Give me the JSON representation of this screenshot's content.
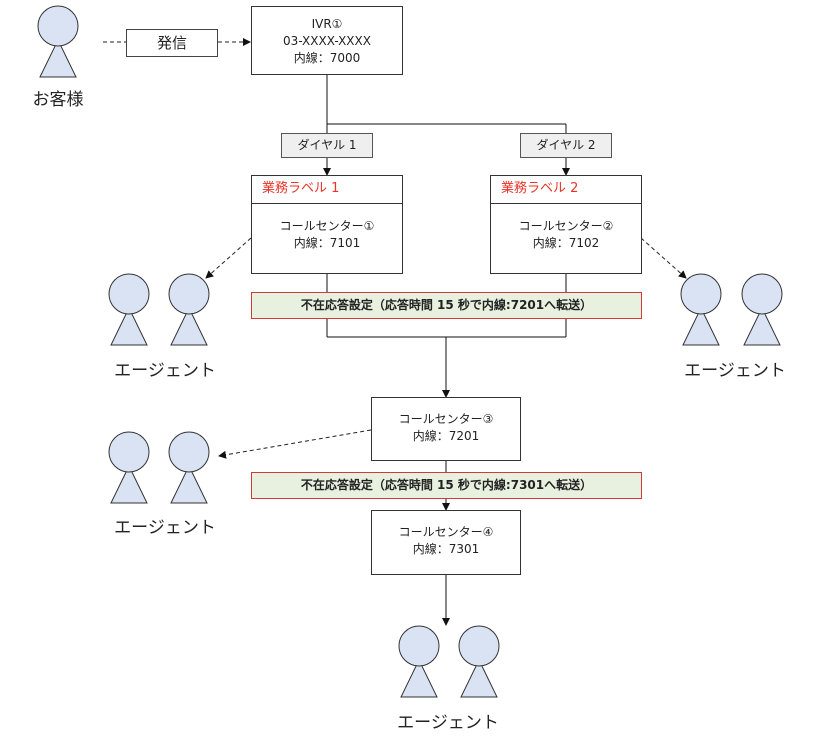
{
  "customer": {
    "label": "お客様"
  },
  "call": {
    "label": "発信"
  },
  "ivr": {
    "title": "IVR①",
    "number": "03-XXXX-XXXX",
    "ext": "内線：7000"
  },
  "dials": [
    {
      "label": "ダイヤル 1"
    },
    {
      "label": "ダイヤル 2"
    }
  ],
  "centers": [
    {
      "business_label": "業務ラベル 1",
      "name": "コールセンター①",
      "ext": "内線：7101"
    },
    {
      "business_label": "業務ラベル 2",
      "name": "コールセンター②",
      "ext": "内線：7102"
    },
    {
      "name": "コールセンター③",
      "ext": "内線：7201"
    },
    {
      "name": "コールセンター④",
      "ext": "内線：7301"
    }
  ],
  "absence_rules": [
    {
      "text": "不在応答設定（応答時間 15 秒で内線:7201へ転送）"
    },
    {
      "text": "不在応答設定（応答時間 15 秒で内線:7301へ転送）"
    }
  ],
  "agent_groups": [
    {
      "label": "エージェント"
    },
    {
      "label": "エージェント"
    },
    {
      "label": "エージェント"
    },
    {
      "label": "エージェント"
    }
  ],
  "colors": {
    "person_fill": "#dae3f3",
    "person_stroke": "#333333",
    "business_label": "#e8342a",
    "banner_fill": "#e8f1df",
    "banner_border": "#d23a3a"
  }
}
